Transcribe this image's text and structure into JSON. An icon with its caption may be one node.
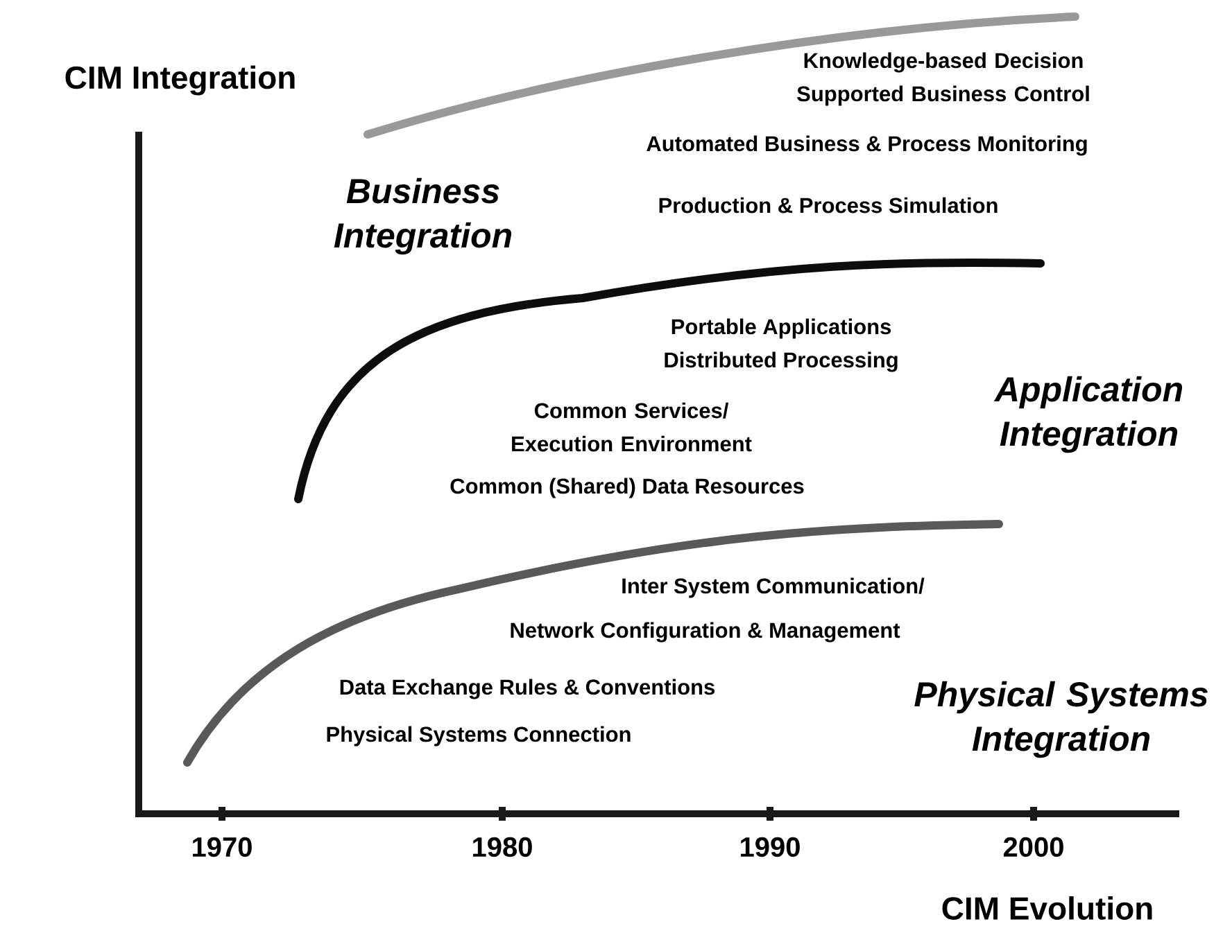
{
  "diagram": {
    "labels": [
      "CIM Integration",
      "Knowledge-based Decision Supported Business Control",
      "Automated Business & Process Monitoring",
      "Business Integration",
      "Production & Process Simulation",
      "Portable Applications",
      "Distributed Processing",
      "Application Integration",
      "Common Services/ Execution Environment",
      "Common (Shared) Data Resources",
      "Inter System Communication/",
      "Network Configuration & Management",
      "Data Exchange Rules & Conventions",
      "Physical Systems Integration",
      "Physical Systems Connection",
      "1970",
      "1980",
      "1990",
      "2000",
      "CIM Evolution"
    ]
  }
}
